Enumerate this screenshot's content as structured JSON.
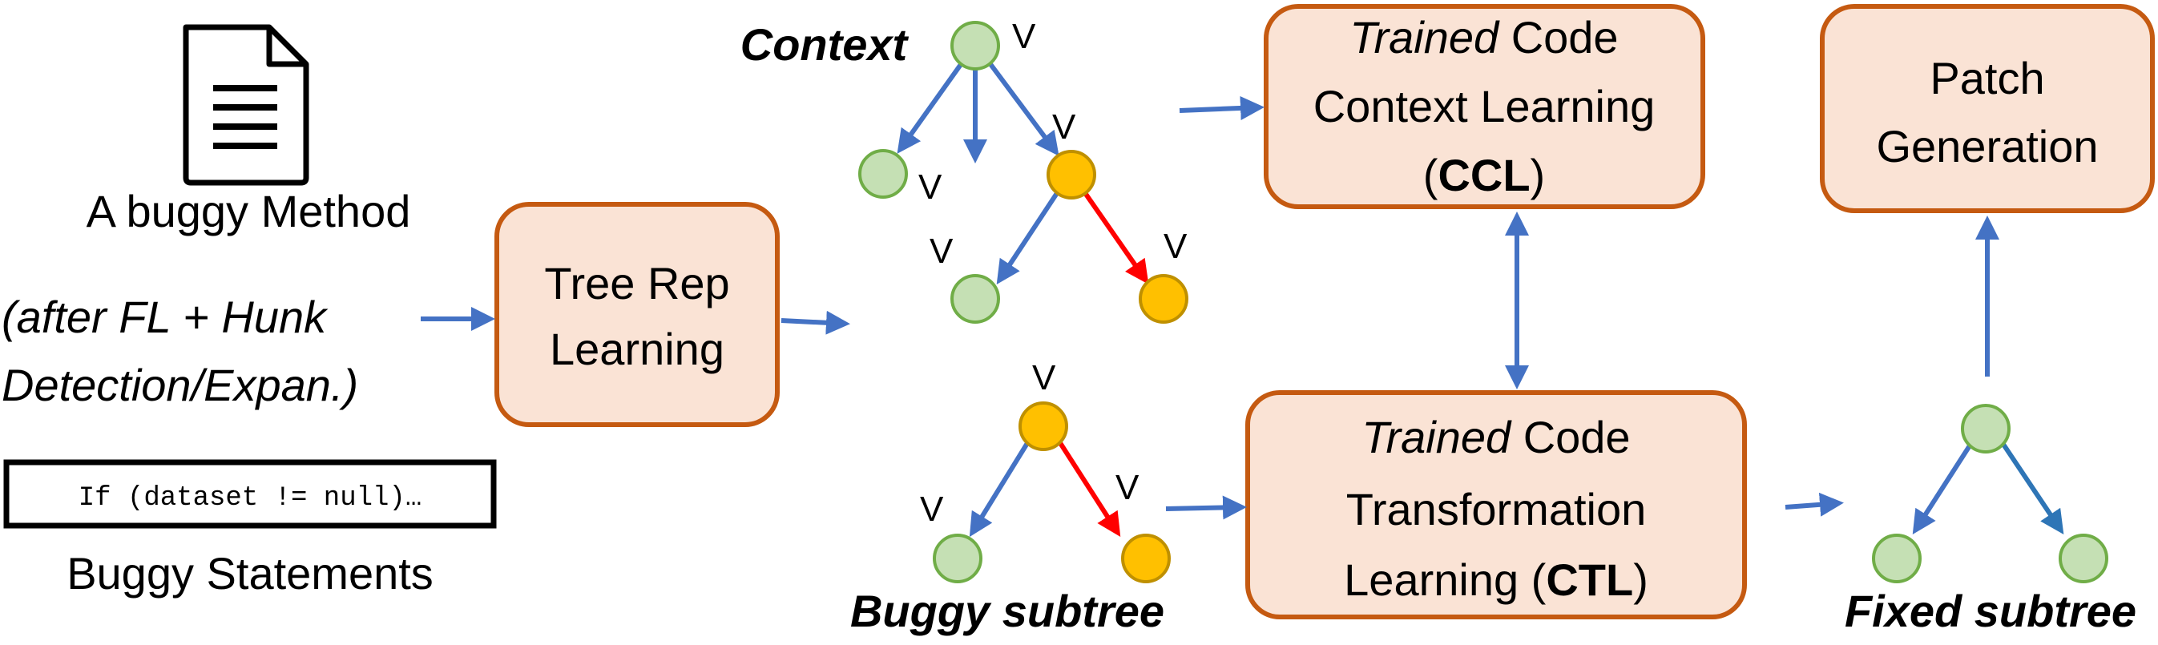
{
  "colors": {
    "box_fill": "#FAE3D5",
    "box_stroke": "#C55A11",
    "arrow_blue": "#4472C4",
    "arrow_red": "#FF0000",
    "node_green_fill": "#C5E0B4",
    "node_green_stroke": "#70AD47",
    "node_orange_fill": "#FFC000",
    "node_orange_stroke": "#BF9000"
  },
  "input": {
    "document_icon": "document-icon",
    "method_label": "A buggy Method",
    "note_line1": "(after FL + Hunk",
    "note_line2": "Detection/Expan.)",
    "code_snippet": "If (dataset != null)…",
    "statements_label": "Buggy Statements"
  },
  "boxes": {
    "tree_rep": {
      "line1": "Tree Rep",
      "line2": "Learning"
    },
    "ccl": {
      "line1_italic": "Trained",
      "line1_rest": " Code",
      "line2": "Context Learning",
      "line3_open": "(",
      "line3_bold": "CCL",
      "line3_close": ")"
    },
    "ctl": {
      "line1_italic": "Trained",
      "line1_rest": " Code",
      "line2": "Transformation",
      "line3_text": "Learning (",
      "line3_bold": "CTL",
      "line3_close": ")"
    },
    "patch": {
      "line1": "Patch",
      "line2": "Generation"
    }
  },
  "trees": {
    "context_label": "Context",
    "buggy_label": "Buggy subtree",
    "fixed_label": "Fixed subtree",
    "node_mark": "V"
  }
}
